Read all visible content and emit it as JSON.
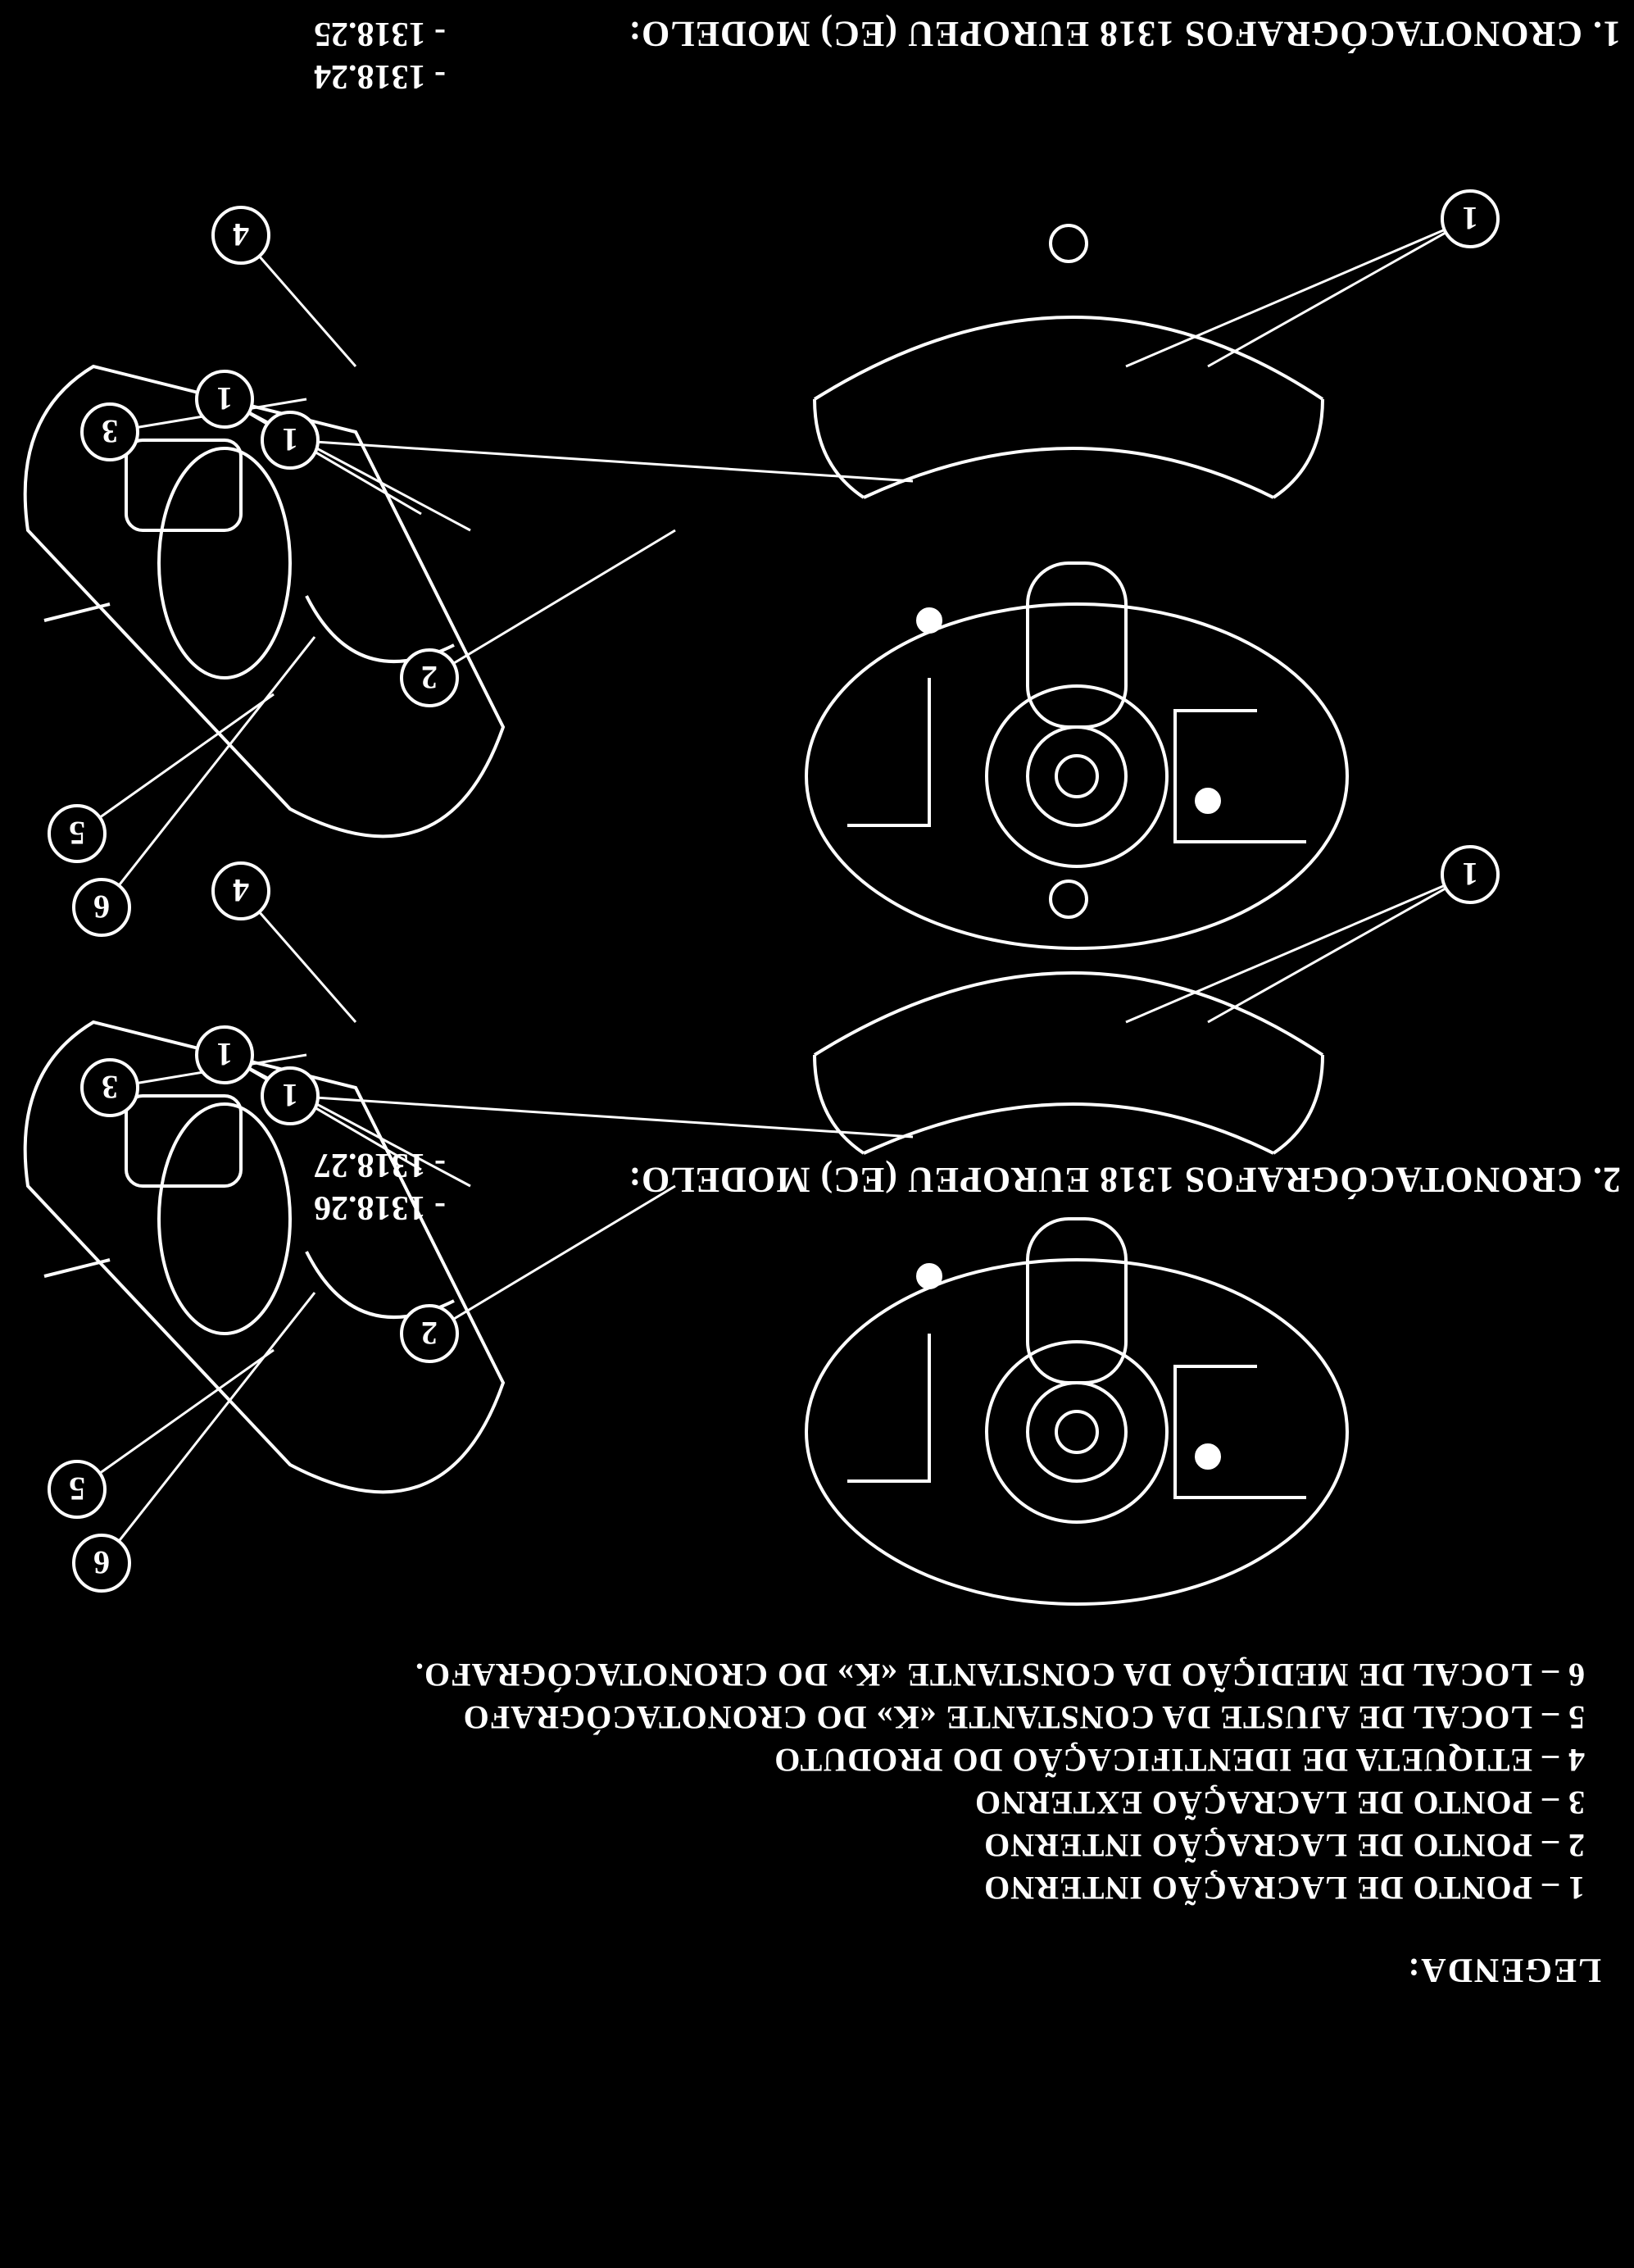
{
  "colors": {
    "background": "#000000",
    "ink": "#ffffff"
  },
  "figures": [
    {
      "caption": "1. CRONOTACÓGRAFOS 1318 EUROPEU (EC) MODELO:",
      "models": [
        "- 1318.24",
        "- 1318.25"
      ],
      "callouts": [
        "1",
        "1",
        "1",
        "2",
        "3",
        "4",
        "5",
        "6"
      ]
    },
    {
      "caption": "2. CRONOTACÓGRAFOS 1318 EUROPEU (EC) MODELO:",
      "models": [
        "- 1318.26",
        "- 1318.27"
      ],
      "callouts": [
        "1",
        "1",
        "1",
        "2",
        "3",
        "4",
        "5",
        "6"
      ]
    }
  ],
  "legend": {
    "title": "LEGENDA:",
    "items": [
      "1 – PONTO DE LACRAÇÃO INTERNO",
      "2 – PONTO DE LACRAÇÃO INTERNO",
      "3 – PONTO DE LACRAÇÃO EXTERNO",
      "4 – ETIQUETA DE IDENTIFICAÇÃO DO PRODUTO",
      "5 – LOCAL DE AJUSTE DA CONSTANTE «K» DO CRONOTACÓGRAFO",
      "6 – LOCAL DE MEDIÇÃO DA CONSTANTE «K» DO CRONOTACÓGRAFO."
    ]
  }
}
